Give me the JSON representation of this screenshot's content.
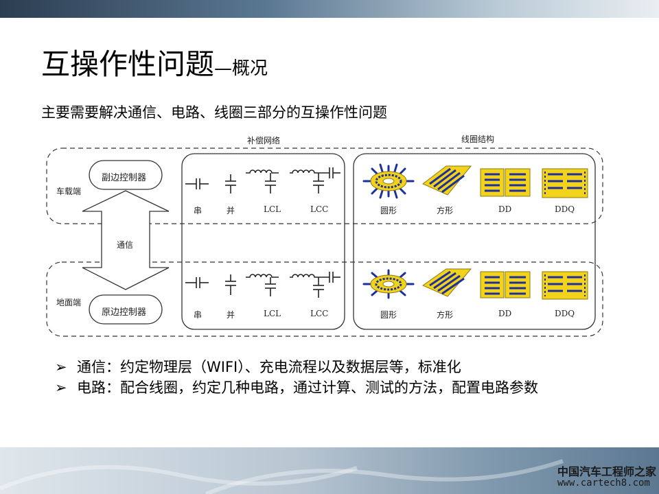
{
  "title": {
    "main": "互操作性问题",
    "dash": "—",
    "sub": "概况"
  },
  "subtitle": "主要需要解决通信、电路、线圈三部分的互操作性问题",
  "diagram": {
    "section_compensation": "补偿网络",
    "section_coil": "线圈结构",
    "vehicle_side": "车载端",
    "ground_side": "地面端",
    "secondary_controller": "副边控制器",
    "primary_controller": "原边控制器",
    "communication": "通信",
    "circuits": [
      "串",
      "并",
      "LCL",
      "LCC"
    ],
    "coils": [
      "圆形",
      "方形",
      "DD",
      "DDQ"
    ]
  },
  "bullets": [
    {
      "mark": "➢",
      "text": "通信：约定物理层（WIFI）、充电流程以及数据层等，标准化"
    },
    {
      "mark": "➢",
      "text": "电路：配合线圈，约定几种电路，通过计算、测试的方法，配置电路参数"
    }
  ],
  "watermark": {
    "cn": "中国汽车工程师之家",
    "url": "www.cartech8.com"
  },
  "colors": {
    "coil_yellow": "#f2d21a",
    "coil_blue": "#1c2f9c",
    "coil_outline": "#8a7a10"
  }
}
